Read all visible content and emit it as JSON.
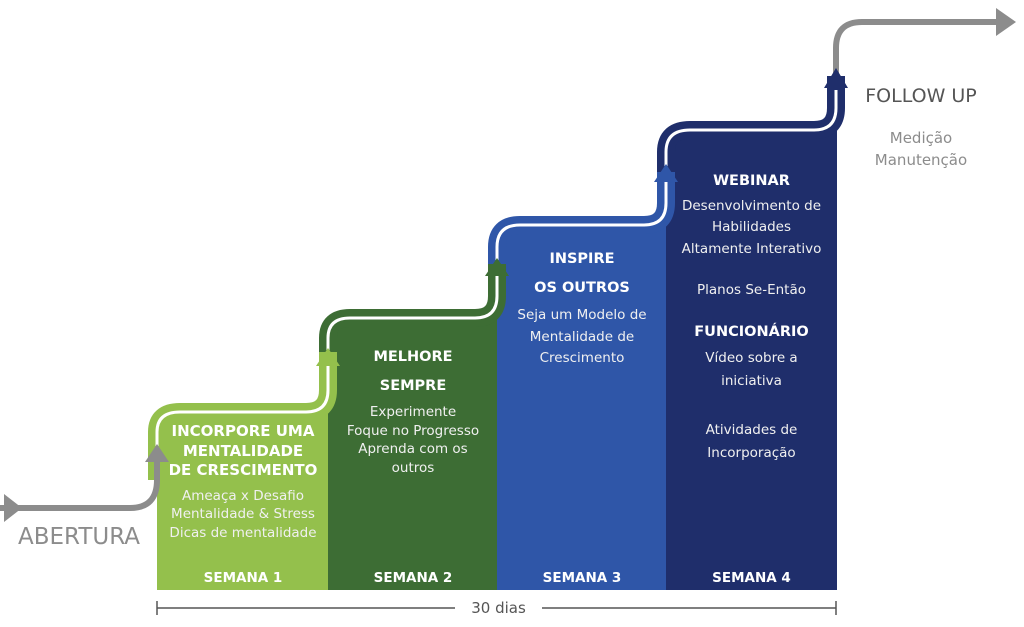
{
  "colors": {
    "week1": "#94c04c",
    "week2": "#3d6d34",
    "week3": "#2f56a8",
    "week4": "#1f2e6b",
    "gray": "#8c8c8c"
  },
  "start_label": "ABERTURA",
  "follow_up": {
    "title": "FOLLOW UP",
    "lines": [
      "Medição",
      "Manutenção"
    ]
  },
  "weeks": [
    {
      "label": "SEMANA 1",
      "title": [
        "INCORPORE UMA",
        "MENTALIDADE",
        "DE CRESCIMENTO"
      ],
      "items": [
        "Ameaça x Desafio",
        "Mentalidade & Stress",
        "Dicas de mentalidade"
      ]
    },
    {
      "label": "SEMANA 2",
      "title": [
        "MELHORE",
        "SEMPRE"
      ],
      "items": [
        "Experimente",
        "Foque no Progresso",
        "Aprenda com os",
        "outros"
      ]
    },
    {
      "label": "SEMANA 3",
      "title": [
        "INSPIRE",
        "OS OUTROS"
      ],
      "items": [
        "Seja um Modelo de",
        "Mentalidade de",
        "Crescimento"
      ]
    },
    {
      "label": "SEMANA 4",
      "sections": [
        {
          "title": "WEBINAR",
          "items": [
            "Desenvolvimento de",
            "Habilidades",
            "Altamente Interativo"
          ]
        },
        {
          "items": [
            "Planos Se-Então"
          ]
        },
        {
          "title": "FUNCIONÁRIO",
          "items": [
            "Vídeo sobre a",
            "iniciativa"
          ]
        },
        {
          "items": [
            "Atividades de",
            "Incorporação"
          ]
        }
      ]
    }
  ],
  "duration": "30 dias"
}
